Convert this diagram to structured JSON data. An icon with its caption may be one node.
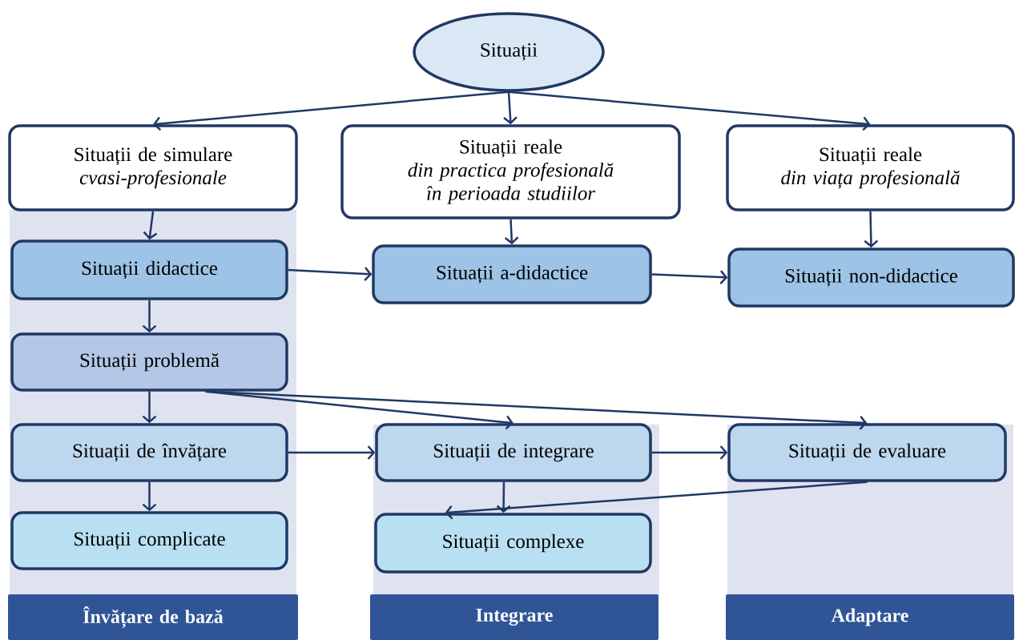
{
  "diagram": {
    "nodes": [
      {
        "text": [
          "Situații"
        ]
      },
      {
        "text": [
          "Situații de simulare",
          "cvasi-profesionale"
        ]
      },
      {
        "text": [
          "Situații reale",
          "din practica profesională în perioada studiilor"
        ]
      },
      {
        "text": [
          "Situații reale",
          "din viața profesională"
        ]
      },
      {
        "text": [
          "Situații didactice"
        ]
      },
      {
        "text": [
          "Situații a-didactice"
        ]
      },
      {
        "text": [
          "Situații non-didactice"
        ]
      },
      {
        "text": [
          "Situații problemă"
        ]
      },
      {
        "text": [
          "Situații de învățare"
        ]
      },
      {
        "text": [
          "Situații de integrare"
        ]
      },
      {
        "text": [
          "Situații de evaluare"
        ]
      },
      {
        "text": [
          "Situații complicate"
        ]
      },
      {
        "text": [
          "Situații complexe"
        ]
      },
      {
        "text": [
          "Învățare de bază"
        ]
      },
      {
        "text": [
          "Integrare"
        ]
      },
      {
        "text": [
          "Adaptare"
        ]
      }
    ],
    "edges": [
      {
        "from": 0,
        "to": 1,
        "arrow": "to"
      },
      {
        "from": 0,
        "to": 2,
        "arrow": "to"
      },
      {
        "from": 0,
        "to": 3,
        "arrow": "to"
      },
      {
        "from": 1,
        "to": 4,
        "arrow": "to"
      },
      {
        "from": 2,
        "to": 5,
        "arrow": "to"
      },
      {
        "from": 3,
        "to": 6,
        "arrow": "to"
      },
      {
        "from": 4,
        "to": 5,
        "arrow": "to"
      },
      {
        "from": 5,
        "to": 6,
        "arrow": "to"
      },
      {
        "from": 4,
        "to": 7,
        "arrow": "to"
      },
      {
        "from": 7,
        "to": 8,
        "arrow": "to"
      },
      {
        "from": 7,
        "to": 9,
        "arrow": "to"
      },
      {
        "from": 7,
        "to": 10,
        "arrow": "to"
      },
      {
        "from": 8,
        "to": 11,
        "arrow": "to"
      },
      {
        "from": 8,
        "to": 9,
        "arrow": "to"
      },
      {
        "from": 9,
        "to": 10,
        "arrow": "to"
      },
      {
        "from": 9,
        "to": 12,
        "arrow": "to"
      },
      {
        "from": 10,
        "to": 12,
        "arrow": "to"
      }
    ]
  }
}
